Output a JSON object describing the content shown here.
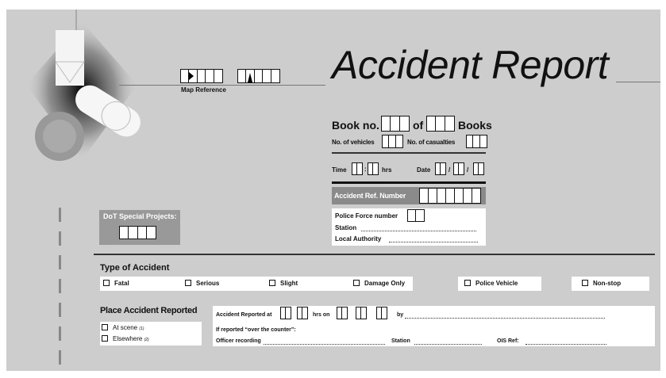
{
  "title": "Accident Report",
  "map_reference": {
    "label": "Map Reference"
  },
  "book": {
    "label": "Book no.",
    "of": "of",
    "books": "Books",
    "vehicles": "No. of vehicles",
    "casualties": "No. of casualties"
  },
  "time": {
    "label": "Time",
    "sep": ":",
    "hrs": "hrs",
    "date": "Date",
    "slash": "/"
  },
  "ref": {
    "label": "Accident Ref. Number"
  },
  "police": {
    "force": "Police Force number",
    "station": "Station",
    "authority": "Local Authority"
  },
  "dot": {
    "label": "DoT Special Projects:"
  },
  "type": {
    "heading": "Type of Accident",
    "options": [
      "Fatal",
      "Serious",
      "Slight",
      "Damage Only"
    ],
    "police_vehicle": "Police Vehicle",
    "non_stop": "Non-stop"
  },
  "place": {
    "heading": "Place Accident Reported",
    "at_scene": "At scene",
    "at_scene_code": "(1)",
    "elsewhere": "Elsewhere",
    "elsewhere_code": "(2)",
    "reported_at": "Accident Reported at",
    "hrs_on": "hrs on",
    "by": "by",
    "over_counter": "If reported “over the counter”:",
    "officer": "Officer recording",
    "station": "Station",
    "ois": "OIS Ref:"
  }
}
